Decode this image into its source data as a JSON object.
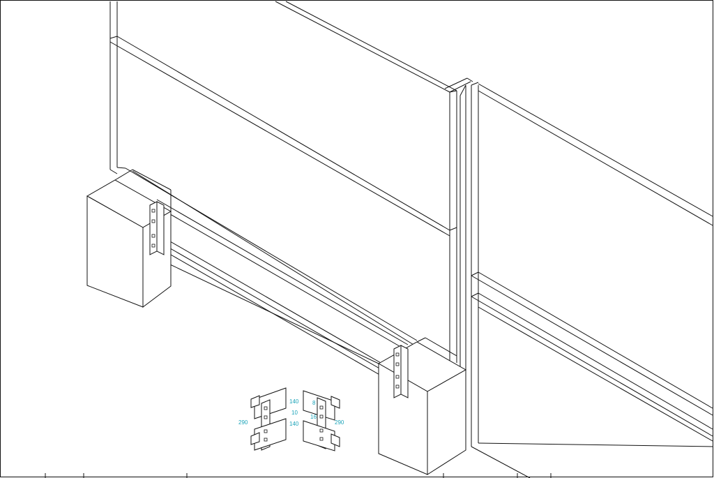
{
  "drawing": {
    "view": "isometric",
    "line_color": "#111111",
    "background_color": "#ffffff",
    "dimension_color": "#1aa3b8"
  },
  "detail": {
    "dimensions": {
      "left_height": "290",
      "top_length": "140",
      "gap": "10",
      "bottom_length": "140",
      "right_height": "290",
      "small_a": "8",
      "small_b": "16"
    }
  }
}
